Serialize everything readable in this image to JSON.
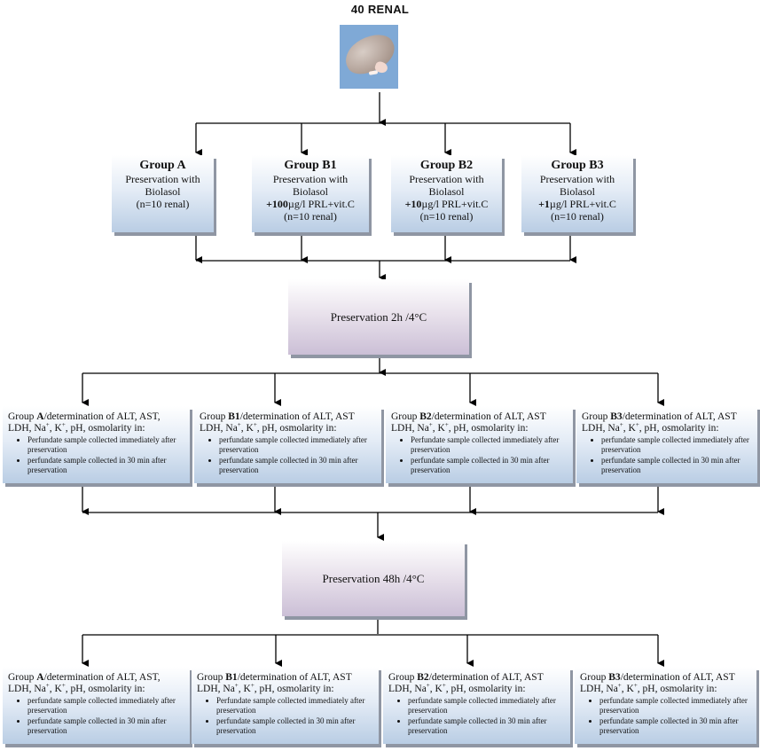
{
  "title": "40 RENAL",
  "image": {
    "icon": "kidney-photo",
    "background": "#7fa9d6"
  },
  "groups": [
    {
      "name": "Group A",
      "line1": "Preservation with",
      "line2": "Biolasol",
      "dose_bold": "",
      "dose_rest": "",
      "count": "(n=10 renal)"
    },
    {
      "name": "Group B1",
      "line1": "Preservation with",
      "line2": "Biolasol",
      "dose_bold": "+100",
      "dose_rest": "µg/l PRL+vit.C",
      "count": "(n=10 renal)"
    },
    {
      "name": "Group B2",
      "line1": "Preservation with",
      "line2": "Biolasol",
      "dose_bold": "+10",
      "dose_rest": "µg/l PRL+vit.C",
      "count": "(n=10 renal)"
    },
    {
      "name": "Group B3",
      "line1": "Preservation with",
      "line2": "Biolasol",
      "dose_bold": "+1",
      "dose_rest": "µg/l PRL+vit.C",
      "count": "(n=10 renal)"
    }
  ],
  "preservation_2h": "Preservation 2h /4°C",
  "preservation_48h": "Preservation 48h /4°C",
  "determination_rows": [
    [
      {
        "prefix": "Group ",
        "group": "A",
        "rest1": "/determination of ALT, AST,",
        "rest2a": "LDH, Na",
        "rest2b": ", K",
        "rest2c": ", pH, osmolarity in:",
        "items": [
          "Perfundate sample collected immediately after preservation",
          "perfundate sample collected in 30 min after preservation"
        ]
      },
      {
        "prefix": "Group ",
        "group": "B1",
        "rest1": "/determination of ALT, AST",
        "rest2a": "LDH, Na",
        "rest2b": ", K",
        "rest2c": ", pH, osmolarity in:",
        "items": [
          "perfundate sample collected immediately after preservation",
          "perfundate sample collected in 30 min after preservation"
        ]
      },
      {
        "prefix": "Group ",
        "group": "B2",
        "rest1": "/determination of ALT, AST",
        "rest2a": "LDH, Na",
        "rest2b": ", K",
        "rest2c": ", pH, osmolarity in:",
        "items": [
          "Perfundate sample collected immediately after preservation",
          "perfundate sample collected in 30 min after preservation"
        ]
      },
      {
        "prefix": "Group ",
        "group": "B3",
        "rest1": "/determination of ALT, AST",
        "rest2a": "LDH, Na",
        "rest2b": ", K",
        "rest2c": ", pH, osmolarity in:",
        "items": [
          "perfundate sample collected immediately after preservation",
          "perfundate sample collected in 30 min after preservation"
        ]
      }
    ],
    [
      {
        "prefix": "Group ",
        "group": "A",
        "rest1": "/determination of ALT, AST,",
        "rest2a": "LDH, Na",
        "rest2b": ", K",
        "rest2c": ", pH, osmolarity in:",
        "items": [
          "perfundate sample collected immediately after preservation",
          "perfundate sample collected in 30 min after preservation"
        ]
      },
      {
        "prefix": "Group ",
        "group": "B1",
        "rest1": "/determination of ALT, AST",
        "rest2a": "LDH, Na",
        "rest2b": ", K",
        "rest2c": ", pH, osmolarity in:",
        "items": [
          "Perfundate sample  collected immediately after preservation",
          "perfundate sample collected in 30 min after preservation"
        ]
      },
      {
        "prefix": "Group ",
        "group": "B2",
        "rest1": "/determination of ALT, AST",
        "rest2a": "LDH, Na",
        "rest2b": ", K",
        "rest2c": ", pH, osmolarity in:",
        "items": [
          "perfundate sample collected immediately after preservation",
          "perfundate sample collected in 30 min after preservation"
        ]
      },
      {
        "prefix": "Group ",
        "group": "B3",
        "rest1": "/determination of ALT, AST",
        "rest2a": "LDH, Na",
        "rest2b": ", K",
        "rest2c": ", pH, osmolarity in:",
        "items": [
          "perfundate sample collected immediately after preservation",
          "perfundate sample collected in 30 min after preservation"
        ]
      }
    ]
  ],
  "superscript": "+",
  "colors": {
    "box_blue": "#b9cde4",
    "box_purple": "#cbbfd6",
    "shadow": "#8f96a3",
    "line": "#000000"
  }
}
